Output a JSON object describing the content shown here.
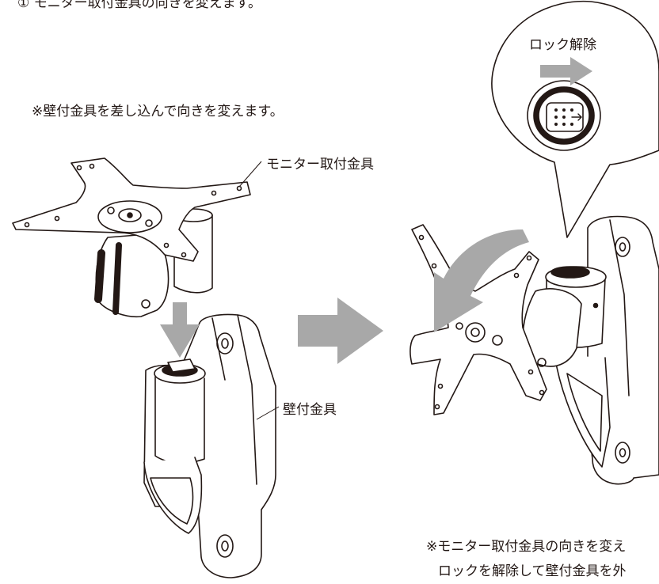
{
  "texts": {
    "heading": "① モニター取付金具の向きを変えます。",
    "note_insert": "※壁付金具を差し込んで向きを変えます。",
    "label_monitor_bracket": "モニター取付金具",
    "label_wall_bracket": "壁付金具",
    "label_unlock": "ロック解除",
    "note_bottom_line1": "※モニター取付金具の向きを変え",
    "note_bottom_line2": "ロックを解除して壁付金具を外"
  },
  "icons": {
    "insert_arrow": "down-arrow-icon",
    "step_arrow": "right-arrow-icon",
    "rotate_arrow": "curved-arrow-icon",
    "unlock_arrow": "right-arrow-icon"
  },
  "colors": {
    "line": "#231815",
    "arrow_gray": "#a8a8a8",
    "background": "#ffffff"
  }
}
